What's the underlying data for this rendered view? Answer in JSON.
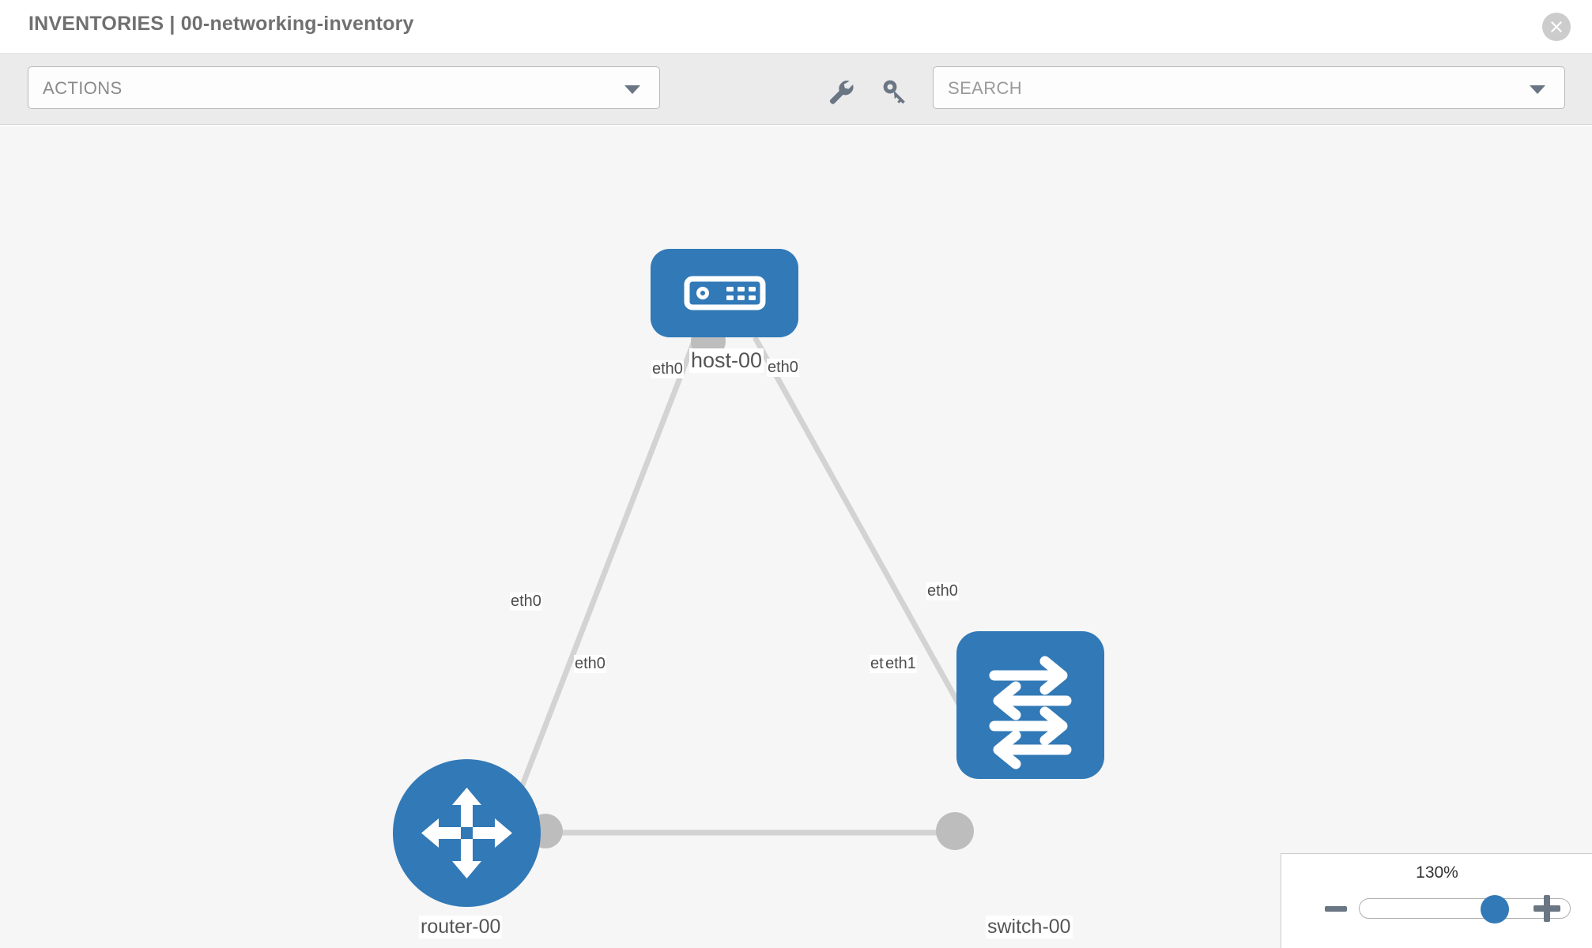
{
  "header": {
    "title": "INVENTORIES | 00-networking-inventory",
    "close_icon": "close-circle-icon"
  },
  "toolbar": {
    "actions_label": "ACTIONS",
    "actions_caret_icon": "chevron-down-icon",
    "wrench_icon": "wrench-icon",
    "key_icon": "key-icon",
    "search_placeholder": "SEARCH",
    "search_caret_icon": "chevron-down-icon"
  },
  "topology": {
    "nodes": [
      {
        "id": "host-00",
        "label": "host-00",
        "icon": "server-icon",
        "shape": "rounded-rect",
        "color": "#3279b7"
      },
      {
        "id": "router-00",
        "label": "router-00",
        "icon": "router-icon",
        "shape": "circle",
        "color": "#3279b7"
      },
      {
        "id": "switch-00",
        "label": "switch-00",
        "icon": "switch-icon",
        "shape": "rounded-square",
        "color": "#3279b7"
      }
    ],
    "edges": [
      {
        "from": "host-00",
        "to": "router-00",
        "from_label": "eth0",
        "to_label": "eth0"
      },
      {
        "from": "host-00",
        "to": "switch-00",
        "from_label": "eth0",
        "to_label": "eth0"
      },
      {
        "from": "router-00",
        "to": "switch-00",
        "from_label": "eth0",
        "to_label": "eth0",
        "to_label_2": "eth1"
      }
    ],
    "edge_color": "#d3d3d3",
    "connector_color": "#bdbdbd"
  },
  "zoom_control": {
    "value": "130%",
    "minus_label": "minus-icon",
    "plus_label": "plus-icon",
    "slider_position_percent": 58
  }
}
